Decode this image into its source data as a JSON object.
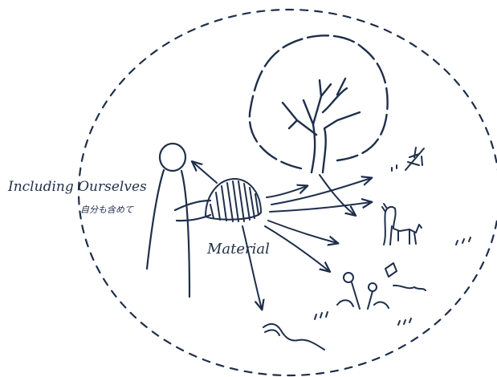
{
  "labels": {
    "self": "Including Ourselves",
    "self_jp": "自分も含めて",
    "material": "Material"
  },
  "colors": {
    "ink": "#1f2f4a",
    "background": "#ffffff"
  },
  "icons": [
    "person-icon",
    "material-basket-icon",
    "tree-icon",
    "dog-icon",
    "dragonfly-icon",
    "flower-icon",
    "worm-icon",
    "grass-icon"
  ]
}
